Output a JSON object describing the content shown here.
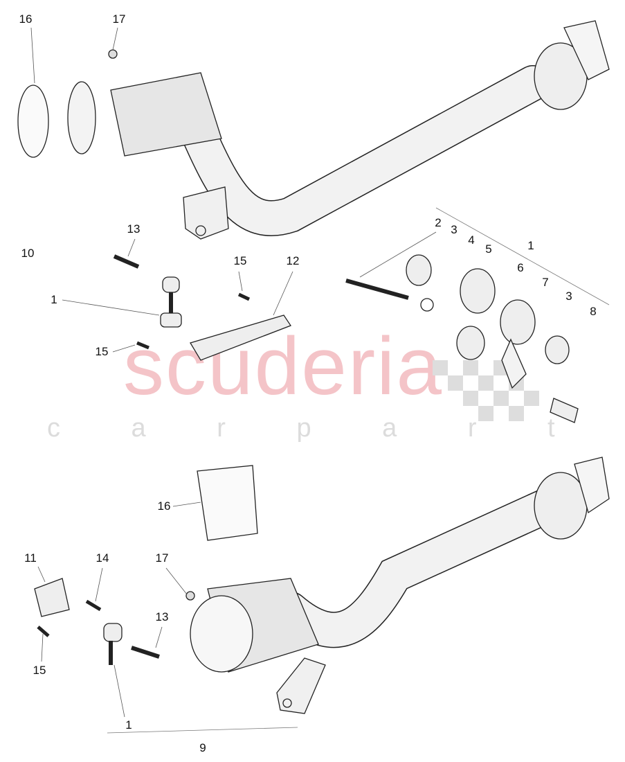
{
  "watermark": {
    "brand": "scuderia",
    "tagline": "c a r p a r t s"
  },
  "callouts": [
    "16",
    "17",
    "10",
    "13",
    "1",
    "15",
    "12",
    "15",
    "2",
    "3",
    "4",
    "5",
    "1",
    "6",
    "7",
    "3",
    "8",
    "16",
    "11",
    "14",
    "17",
    "13",
    "15",
    "1",
    "9"
  ]
}
